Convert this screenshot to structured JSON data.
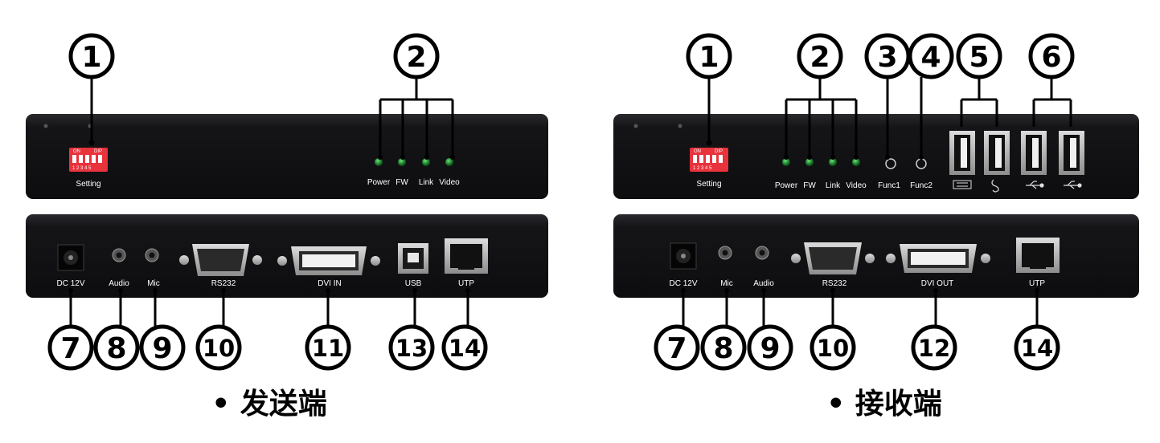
{
  "sender": {
    "caption": "• 发送端",
    "front_panel": {
      "dip_switch": {
        "on_label": "ON",
        "dip_label": "DIP",
        "numbers": "1 2 3 4 5"
      },
      "setting_label": "Setting",
      "leds": [
        "Power",
        "FW",
        "Link",
        "Video"
      ],
      "led_color": "#1a7a2a"
    },
    "rear_panel": {
      "ports": [
        "DC 12V",
        "Audio",
        "Mic",
        "RS232",
        "DVI IN",
        "USB",
        "UTP"
      ]
    },
    "callouts": {
      "top": [
        "1",
        "2"
      ],
      "bottom": [
        "7",
        "8",
        "9",
        "10",
        "11",
        "13",
        "14"
      ]
    }
  },
  "receiver": {
    "caption": "• 接收端",
    "front_panel": {
      "dip_switch": {
        "on_label": "ON",
        "dip_label": "DIP",
        "numbers": "1 2 3 4 5"
      },
      "setting_label": "Setting",
      "leds": [
        "Power",
        "FW",
        "Link",
        "Video"
      ],
      "func_buttons": [
        "Func1",
        "Func2"
      ],
      "led_color": "#1a7a2a"
    },
    "rear_panel": {
      "ports": [
        "DC 12V",
        "Mic",
        "Audio",
        "RS232",
        "DVI OUT",
        "UTP"
      ]
    },
    "callouts": {
      "top": [
        "1",
        "2",
        "3",
        "4",
        "5",
        "6"
      ],
      "bottom": [
        "7",
        "8",
        "9",
        "10",
        "12",
        "14"
      ]
    }
  },
  "colors": {
    "chassis": "#151518",
    "dip_switch": "#e8323c",
    "callout_stroke": "#000000"
  },
  "icons": [
    "keyboard-icon",
    "mouse-icon",
    "usb-icon"
  ]
}
